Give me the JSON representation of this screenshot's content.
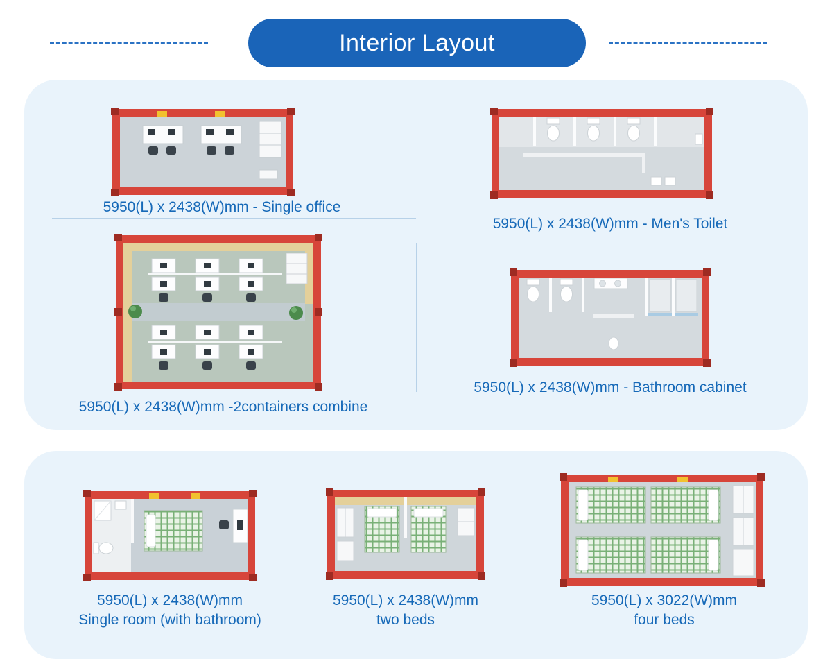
{
  "header": {
    "title": "Interior Layout"
  },
  "plans": {
    "single_office": {
      "caption": "5950(L) x 2438(W)mm - Single office"
    },
    "mens_toilet": {
      "caption": "5950(L) x 2438(W)mm - Men's Toilet"
    },
    "two_containers_combine": {
      "caption": "5950(L) x 2438(W)mm -2containers combine"
    },
    "bathroom_cabinet": {
      "caption": "5950(L) x 2438(W)mm - Bathroom cabinet"
    },
    "single_room": {
      "size": "5950(L) x 2438(W)mm",
      "name": "Single room (with bathroom)"
    },
    "two_beds": {
      "size": "5950(L) x 2438(W)mm",
      "name": "two beds"
    },
    "four_beds": {
      "size": "5950(L) x 3022(W)mm",
      "name": "four beds"
    }
  },
  "colors": {
    "accent_blue": "#1a64b8",
    "caption_blue": "#1669b8",
    "card_background": "#e9f3fb",
    "container_red": "#d7453a",
    "plaid_green": "#79b077",
    "plywood_yellow": "#e4d09a"
  }
}
